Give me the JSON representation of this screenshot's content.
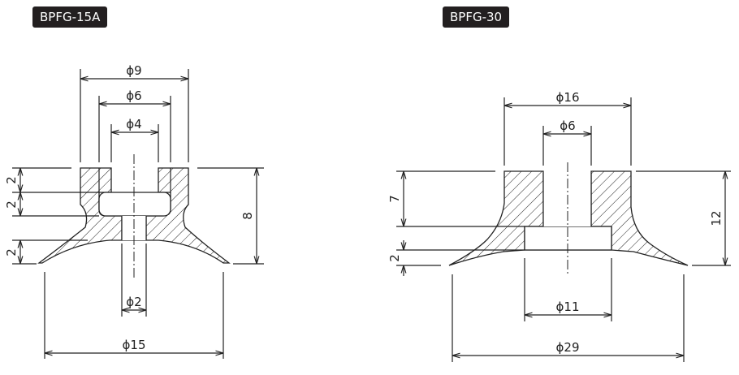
{
  "models": [
    {
      "name": "BPFG-15A",
      "dimensions": {
        "d_outer_top": "ϕ9",
        "d_mid": "ϕ6",
        "d_inner": "ϕ4",
        "d_hole": "ϕ2",
        "d_lip": "ϕ15",
        "h_top": "2",
        "h_chamber": "2",
        "h_lip": "2",
        "h_total": "8"
      }
    },
    {
      "name": "BPFG-30",
      "dimensions": {
        "d_top": "ϕ16",
        "d_hole": "ϕ6",
        "d_recess": "ϕ11",
        "d_lip": "ϕ29",
        "h_stem": "7",
        "h_lip": "2",
        "h_total": "12"
      }
    }
  ]
}
